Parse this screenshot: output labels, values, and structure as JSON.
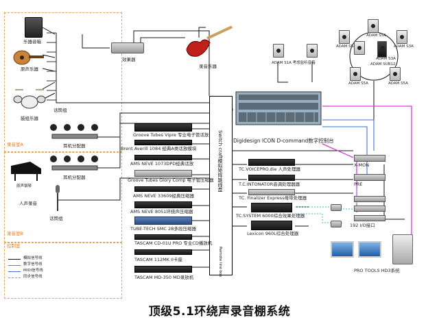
{
  "title": "顶级5.1环绕声录音棚系统",
  "bus_label": "Switch craft模拟矩阵跳线盘",
  "bus_sub_label": "Remote line box",
  "console_label": "Digidesign ICON D-command数字控制台",
  "zones": {
    "zone1": "录音室A",
    "zone2": "录音室B",
    "zone3": "控制室"
  },
  "left_items": {
    "amp": "乐器音箱",
    "acoustic": "原声乐器",
    "drums": "鼓组乐器",
    "mic_group1": "话筒组",
    "headphone1": "耳机分配器",
    "headphone2": "耳机分配器",
    "piano": "原声钢琴",
    "vocal": "人声录音",
    "mic_group2": "话筒组"
  },
  "top_items": {
    "effects": "效果器",
    "guitar": "录音乐器",
    "adam_s1a": "ADAM S1A 考虑监听音箱"
  },
  "surround": {
    "s1": "ADAM S5A",
    "s2": "ADAM S5A",
    "s3": "ADAM S3A",
    "s4": "ADAM S3A",
    "center": "ADAM SUB12",
    "s5": "ADAM S5A",
    "s6": "ADAM S5A"
  },
  "outboard": [
    "Groove Tubes Vipre 专业电子管话放",
    "Brent Averill 1084 经典A类话放模块",
    "AMS NEVE 1073DPD经典话放",
    "Groove Tubes Glory Comp 电子管压缩器",
    "AMS NEVE 33609经典压缩器",
    "AMS NEVE 8051环绕声压缩器",
    "TUBE-TECH SMC 2B多段压缩器",
    "TASCAM CD-01U PRO 专业CD播放机",
    "TASCAM  112MK II卡座",
    "TASCAM MD-350 MD录放机"
  ],
  "processors": [
    "TC.VOICEPRO.die 人声处理器",
    "T.C.INTONATOR音调处理器器",
    "TC. Finalizer Express母带处理器",
    "TC.SYSTEM 6000综合效果处理器",
    "Lexicon 960L综合处理器"
  ],
  "interfaces": {
    "xmon": "X-MON",
    "pre": "PRE",
    "io": "192 I/O接口",
    "protools": "PRO TOOLS HD3系统"
  },
  "legend": [
    "模拟信号线",
    "数字信号线",
    "MIDI信号线",
    "同步信号线"
  ],
  "colors": {
    "analog": "#111111",
    "digital": "#d43cd4",
    "midi": "#3a6fd8",
    "sync": "#3cc0d0",
    "zone": "#e8a25a"
  }
}
